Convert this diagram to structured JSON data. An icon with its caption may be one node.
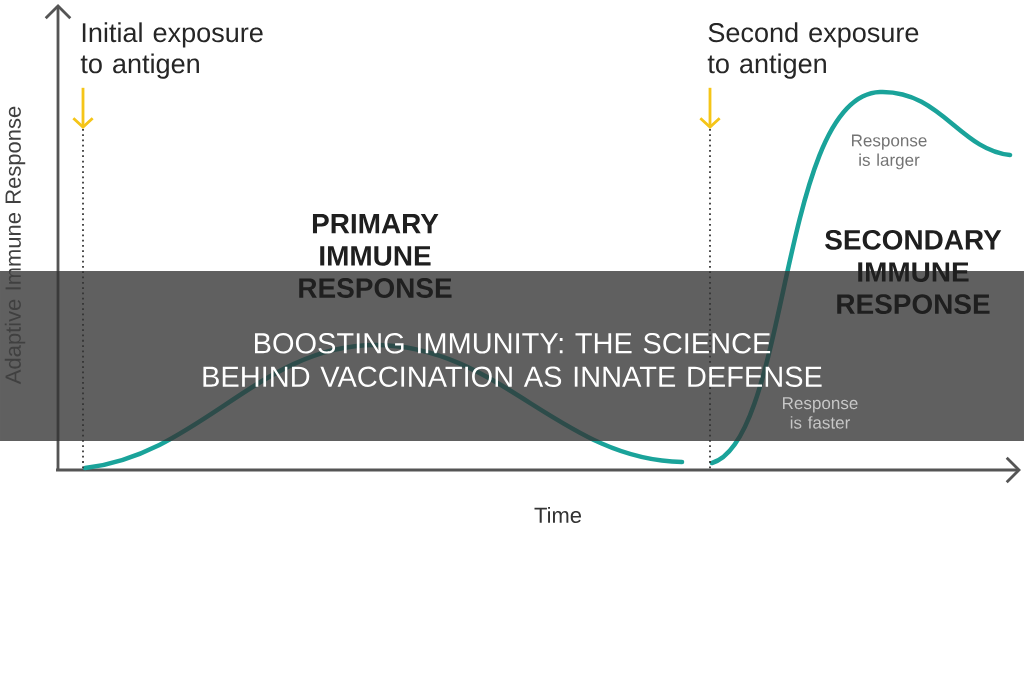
{
  "diagram": {
    "title": "BOOSTING IMMUNITY: THE SCIENCE BEHIND VACCINATION AS INNATE DEFENSE",
    "nodes": [
      {
        "text": [
          "Initial exposure to antigen"
        ]
      },
      {
        "text": [],
        "shape": "line"
      },
      {
        "text": [
          "Second exposure to antigen"
        ]
      },
      {
        "text": [],
        "shape": "line"
      }
    ],
    "edges": [
      {
        "from": 0,
        "to": 1,
        "arrow": "to"
      },
      {
        "from": 2,
        "to": 3,
        "arrow": "to"
      }
    ],
    "labels": [
      "Adaptive Immune Response",
      "PRIMARY IMMUNE RESPONSE",
      "Response is larger",
      "SECONDARY IMMUNE RESPONSE",
      "Response is faster",
      "Time"
    ]
  }
}
